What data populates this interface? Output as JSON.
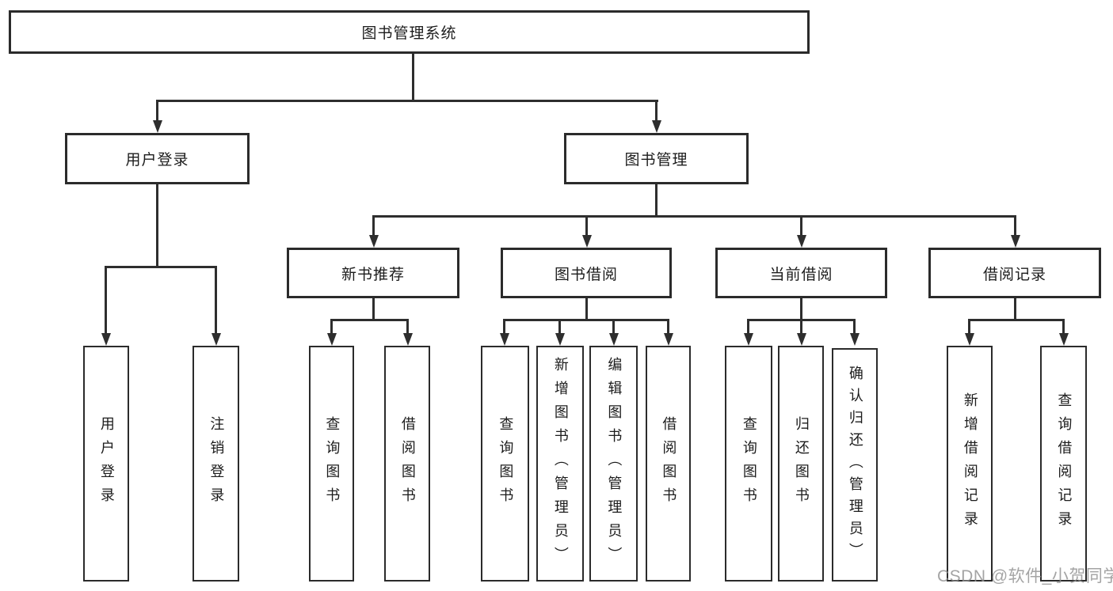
{
  "colors": {
    "line": "#2e2e2e",
    "box_border": "#2b2b2b",
    "text": "#1c1c1c",
    "watermark": "#8e8e8e",
    "background": "#ffffff"
  },
  "watermark": {
    "text": "CSDN @软件_小贺同学"
  },
  "tree": {
    "label": "图书管理系统",
    "children": [
      {
        "label": "用户登录",
        "children": [
          {
            "label": "用户登录"
          },
          {
            "label": "注销登录"
          }
        ]
      },
      {
        "label": "图书管理",
        "children": [
          {
            "label": "新书推荐",
            "children": [
              {
                "label": "查询图书"
              },
              {
                "label": "借阅图书"
              }
            ]
          },
          {
            "label": "图书借阅",
            "children": [
              {
                "label": "查询图书"
              },
              {
                "label": "新增图书（管理员）"
              },
              {
                "label": "编辑图书（管理员）"
              },
              {
                "label": "借阅图书"
              }
            ]
          },
          {
            "label": "当前借阅",
            "children": [
              {
                "label": "查询图书"
              },
              {
                "label": "归还图书"
              },
              {
                "label": "确认归还（管理员）"
              }
            ]
          },
          {
            "label": "借阅记录",
            "children": [
              {
                "label": "新增借阅记录"
              },
              {
                "label": "查询借阅记录"
              }
            ]
          }
        ]
      }
    ]
  }
}
